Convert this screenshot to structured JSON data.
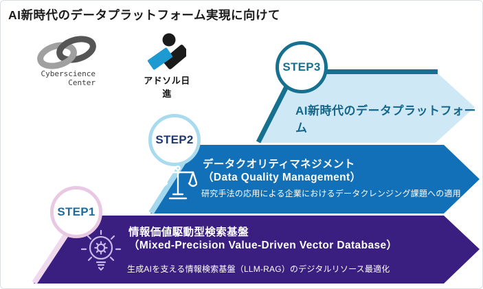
{
  "title": "AI新時代のデータプラットフォーム実現に向けて",
  "logos": {
    "cyberscience": {
      "icon": "interlocking-rings-logo",
      "line1": "Cyberscience",
      "line2": "Center"
    },
    "adsol": {
      "icon": "adsol-figure-logo",
      "label": "アドソル日進"
    }
  },
  "steps": [
    {
      "badge": "STEP1",
      "icon": "lightbulb-gear-icon",
      "title_ja": "情報価値駆動型検索基盤",
      "title_en": "（Mixed-Precision Value-Driven Vector Database）",
      "description": "生成AIを支える情報検索基盤（LLM-RAG）のデジタルリソース最適化",
      "colors": {
        "arrow": "#3a1f80",
        "edge_band": "#f0d9ec",
        "circle_border": "#e9c8e3",
        "badge_text": "#1f6b9a",
        "text": "#ffffff",
        "icon_stroke": "#c9b9ea"
      }
    },
    {
      "badge": "STEP2",
      "icon": "balance-scale-icon",
      "title_ja": "データクオリティマネジメント",
      "title_en": "（Data Quality Management）",
      "description": "研究手法の応用による企業におけるデータクレンジング課題への適用",
      "colors": {
        "arrow": "#1170b8",
        "edge_band": "#a3d8ef",
        "circle_border": "#a9dbee",
        "badge_text": "#1c3a72",
        "text": "#ffffff",
        "icon_stroke": "#ffffff"
      }
    },
    {
      "badge": "STEP3",
      "label": "AI新時代のデータプラットフォーム",
      "colors": {
        "arrow_fill": "#cfe8f6",
        "arrow_border": "#16708f",
        "circle_border": "#16708f",
        "badge_text": "#16708f",
        "label_text": "#14678c"
      }
    }
  ],
  "frame": {
    "background": "#ffffff",
    "border": "#d8dde2"
  }
}
